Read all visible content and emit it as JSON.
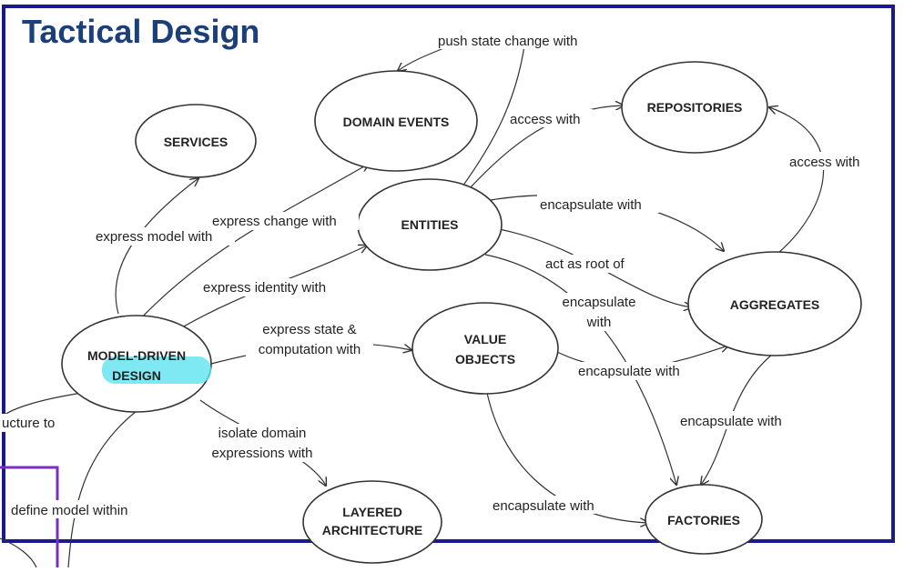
{
  "title": "Tactical Design",
  "colors": {
    "frame": "#1a1a8c",
    "title": "#1b3f7a",
    "highlight": "#5fe3f0",
    "purple_box": "#7a2fc0"
  },
  "nodes": {
    "services": [
      "SERVICES"
    ],
    "domain_events": [
      "DOMAIN EVENTS"
    ],
    "repositories": [
      "REPOSITORIES"
    ],
    "entities": [
      "ENTITIES"
    ],
    "aggregates": [
      "AGGREGATES"
    ],
    "model_driven_design": [
      "MODEL-DRIVEN",
      "DESIGN"
    ],
    "value_objects": [
      "VALUE",
      "OBJECTS"
    ],
    "layered_architecture": [
      "LAYERED",
      "ARCHITECTURE"
    ],
    "factories": [
      "FACTORIES"
    ]
  },
  "edges": {
    "push_state_change": "push state change with",
    "access_with_entities_repos": "access with",
    "access_with_aggregates_repos": "access with",
    "express_model": "express model with",
    "express_change": "express change with",
    "encapsulate_entities_aggregates": "encapsulate with",
    "act_as_root": "act as root of",
    "express_identity": "express identity with",
    "encapsulate_entities_factories": [
      "encapsulate",
      "with"
    ],
    "express_state": [
      "express state &",
      "computation with"
    ],
    "encapsulate_values_aggregates": "encapsulate with",
    "encapsulate_aggregates_factories": "encapsulate with",
    "isolate_domain": [
      "isolate domain",
      "expressions with"
    ],
    "encapsulate_values_factories": "encapsulate with",
    "structure_to": "ucture to",
    "define_model": "define model within"
  }
}
